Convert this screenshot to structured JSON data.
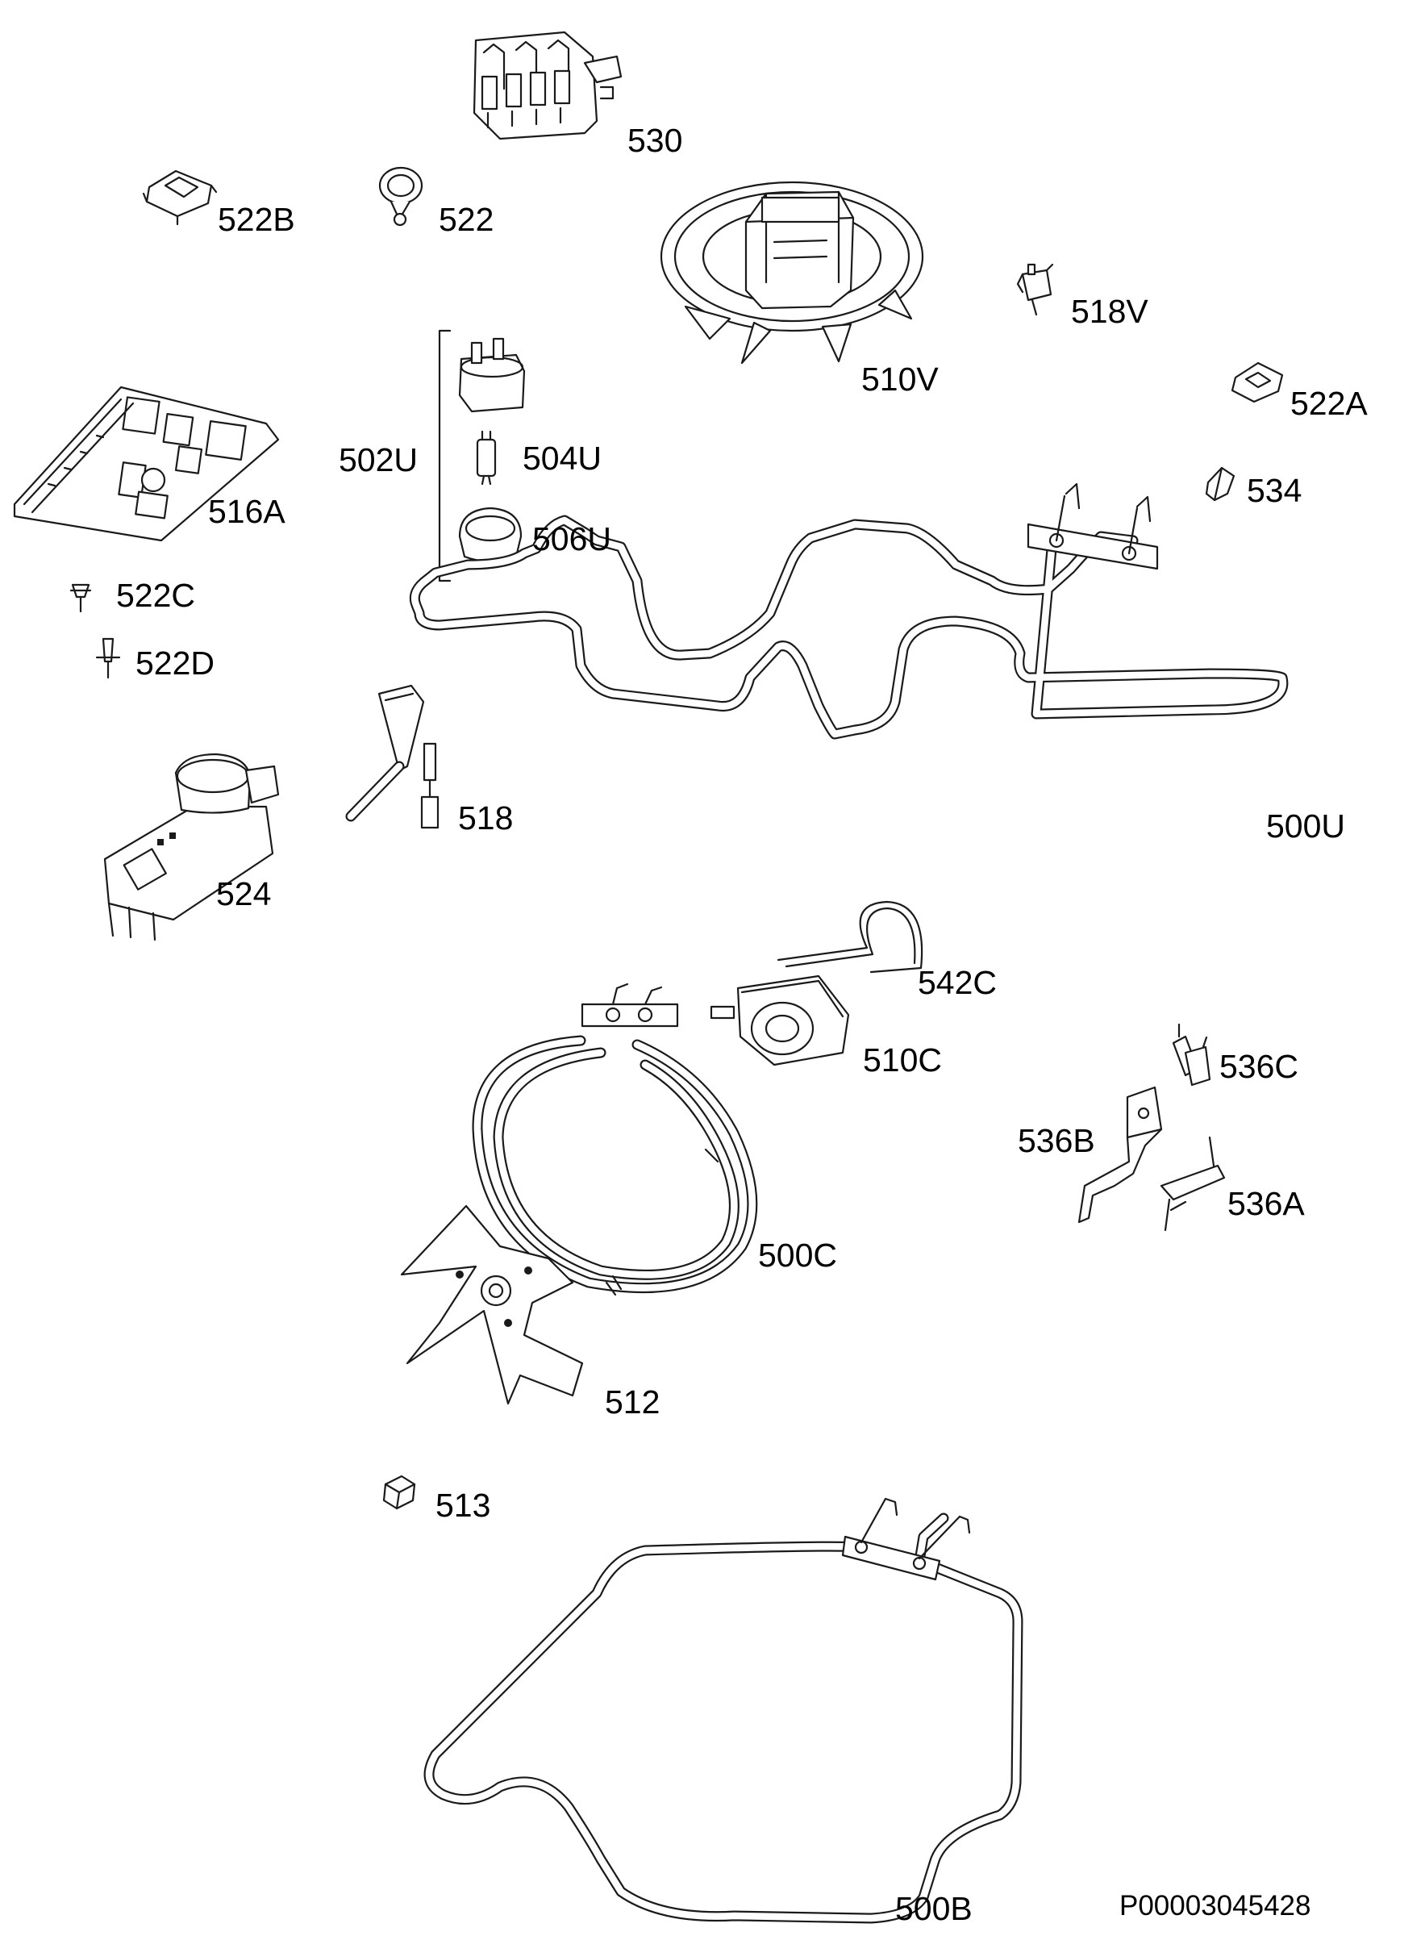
{
  "drawing_code": "P00003045428",
  "bracket_group": "502U",
  "parts": [
    {
      "id": "p530",
      "label": "530"
    },
    {
      "id": "p522B",
      "label": "522B"
    },
    {
      "id": "p522",
      "label": "522"
    },
    {
      "id": "p510V",
      "label": "510V"
    },
    {
      "id": "p518V",
      "label": "518V"
    },
    {
      "id": "p522A",
      "label": "522A"
    },
    {
      "id": "p534",
      "label": "534"
    },
    {
      "id": "p504U",
      "label": "504U"
    },
    {
      "id": "p506U",
      "label": "506U"
    },
    {
      "id": "p516A",
      "label": "516A"
    },
    {
      "id": "p522C",
      "label": "522C"
    },
    {
      "id": "p522D",
      "label": "522D"
    },
    {
      "id": "p518",
      "label": "518"
    },
    {
      "id": "p500U",
      "label": "500U"
    },
    {
      "id": "p524",
      "label": "524"
    },
    {
      "id": "p542C",
      "label": "542C"
    },
    {
      "id": "p510C",
      "label": "510C"
    },
    {
      "id": "p536C",
      "label": "536C"
    },
    {
      "id": "p536B",
      "label": "536B"
    },
    {
      "id": "p536A",
      "label": "536A"
    },
    {
      "id": "p500C",
      "label": "500C"
    },
    {
      "id": "p512",
      "label": "512"
    },
    {
      "id": "p513",
      "label": "513"
    },
    {
      "id": "p500B",
      "label": "500B"
    }
  ]
}
